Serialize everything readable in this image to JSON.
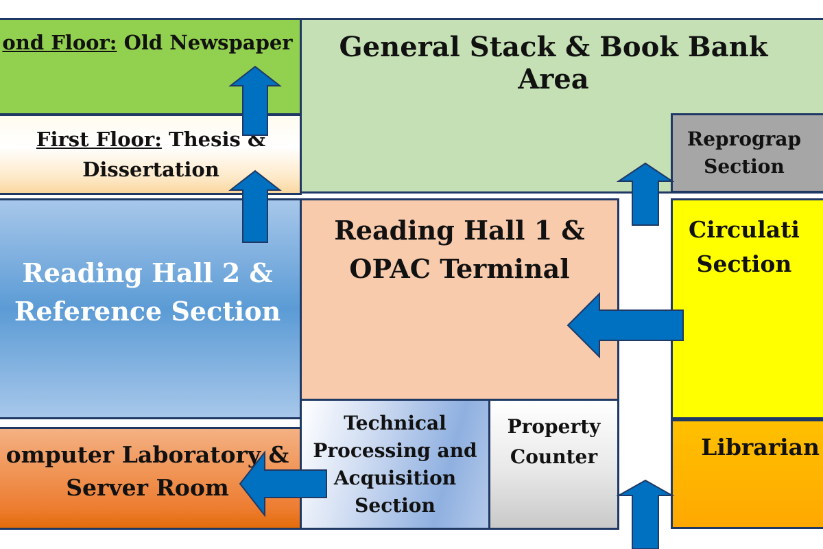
{
  "rooms": {
    "second_floor": {
      "prefix": "ond Floor:",
      "text": " Old Newspaper"
    },
    "first_floor": {
      "prefix": "First Floor:",
      "text": " Thesis &",
      "line2": "Dissertation"
    },
    "general_stack": {
      "label": "General Stack & Book Bank Area"
    },
    "reprographic": {
      "line1": "Reprograp",
      "line2": "Section"
    },
    "reading_hall_2": {
      "line1": "Reading Hall 2 &",
      "line2": "Reference Section"
    },
    "reading_hall_1": {
      "line1": "Reading Hall 1 &",
      "line2": "OPAC Terminal"
    },
    "circulation": {
      "line1": "Circulati",
      "line2": "Section"
    },
    "computer_lab": {
      "line1": "omputer Laboratory &",
      "line2": "Server Room"
    },
    "technical": {
      "line1": "Technical",
      "line2": "Processing and",
      "line3": "Acquisition",
      "line4": "Section"
    },
    "property": {
      "line1": "Property",
      "line2": "Counter"
    },
    "librarian": {
      "label": "Librarian R"
    }
  },
  "colors": {
    "arrow": "#0070c0",
    "border": "#1f3864"
  }
}
